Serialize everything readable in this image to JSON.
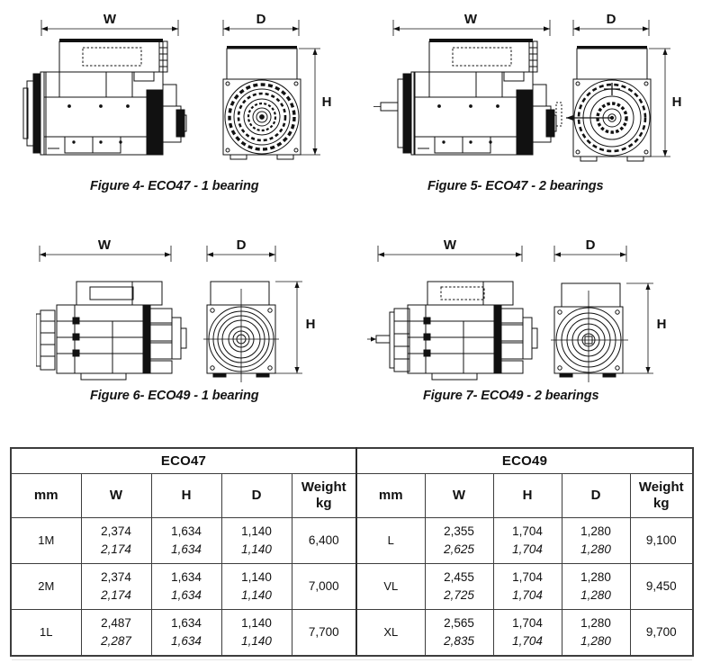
{
  "figures": [
    {
      "id": "figure-4",
      "caption": "Figure 4- ECO47 - 1 bearing",
      "model": "ECO47",
      "bearings": "1 bearing",
      "dimension_labels": {
        "w": "W",
        "h": "H",
        "d": "D"
      },
      "views": [
        "side-view",
        "end-view"
      ],
      "shaft_extension": false
    },
    {
      "id": "figure-5",
      "caption": "Figure 5- ECO47 - 2 bearings",
      "model": "ECO47",
      "bearings": "2 bearings",
      "dimension_labels": {
        "w": "W",
        "h": "H",
        "d": "D"
      },
      "views": [
        "side-view",
        "end-view"
      ],
      "shaft_extension": true
    },
    {
      "id": "figure-6",
      "caption": "Figure 6- ECO49 - 1 bearing",
      "model": "ECO49",
      "bearings": "1 bearing",
      "dimension_labels": {
        "w": "W",
        "h": "H",
        "d": "D"
      },
      "views": [
        "side-view",
        "end-view"
      ],
      "shaft_extension": false
    },
    {
      "id": "figure-7",
      "caption": "Figure 7- ECO49 - 2 bearings",
      "model": "ECO49",
      "bearings": "2 bearings",
      "dimension_labels": {
        "w": "W",
        "h": "H",
        "d": "D"
      },
      "views": [
        "side-view",
        "end-view"
      ],
      "shaft_extension": true
    }
  ],
  "table": {
    "groups": {
      "left": "ECO47",
      "right": "ECO49"
    },
    "headers": {
      "unit": "mm",
      "w": "W",
      "h": "H",
      "d": "D",
      "weight_line1": "Weight",
      "weight_line2": "kg"
    },
    "eco47_rows": [
      {
        "size": "1M",
        "w1": "2,374",
        "w2": "2,174",
        "h1": "1,634",
        "h2": "1,634",
        "d1": "1,140",
        "d2": "1,140",
        "weight": "6,400"
      },
      {
        "size": "2M",
        "w1": "2,374",
        "w2": "2,174",
        "h1": "1,634",
        "h2": "1,634",
        "d1": "1,140",
        "d2": "1,140",
        "weight": "7,000"
      },
      {
        "size": "1L",
        "w1": "2,487",
        "w2": "2,287",
        "h1": "1,634",
        "h2": "1,634",
        "d1": "1,140",
        "d2": "1,140",
        "weight": "7,700"
      }
    ],
    "eco49_rows": [
      {
        "size": "L",
        "w1": "2,355",
        "w2": "2,625",
        "h1": "1,704",
        "h2": "1,704",
        "d1": "1,280",
        "d2": "1,280",
        "weight": "9,100"
      },
      {
        "size": "VL",
        "w1": "2,455",
        "w2": "2,725",
        "h1": "1,704",
        "h2": "1,704",
        "d1": "1,280",
        "d2": "1,280",
        "weight": "9,450"
      },
      {
        "size": "XL",
        "w1": "2,565",
        "w2": "2,835",
        "h1": "1,704",
        "h2": "1,704",
        "d1": "1,280",
        "d2": "1,280",
        "weight": "9,700"
      }
    ]
  },
  "colors": {
    "page_background": "#ffffff",
    "line": "#111111",
    "table_border": "#3d3d3d",
    "text": "#1a1a1a"
  }
}
